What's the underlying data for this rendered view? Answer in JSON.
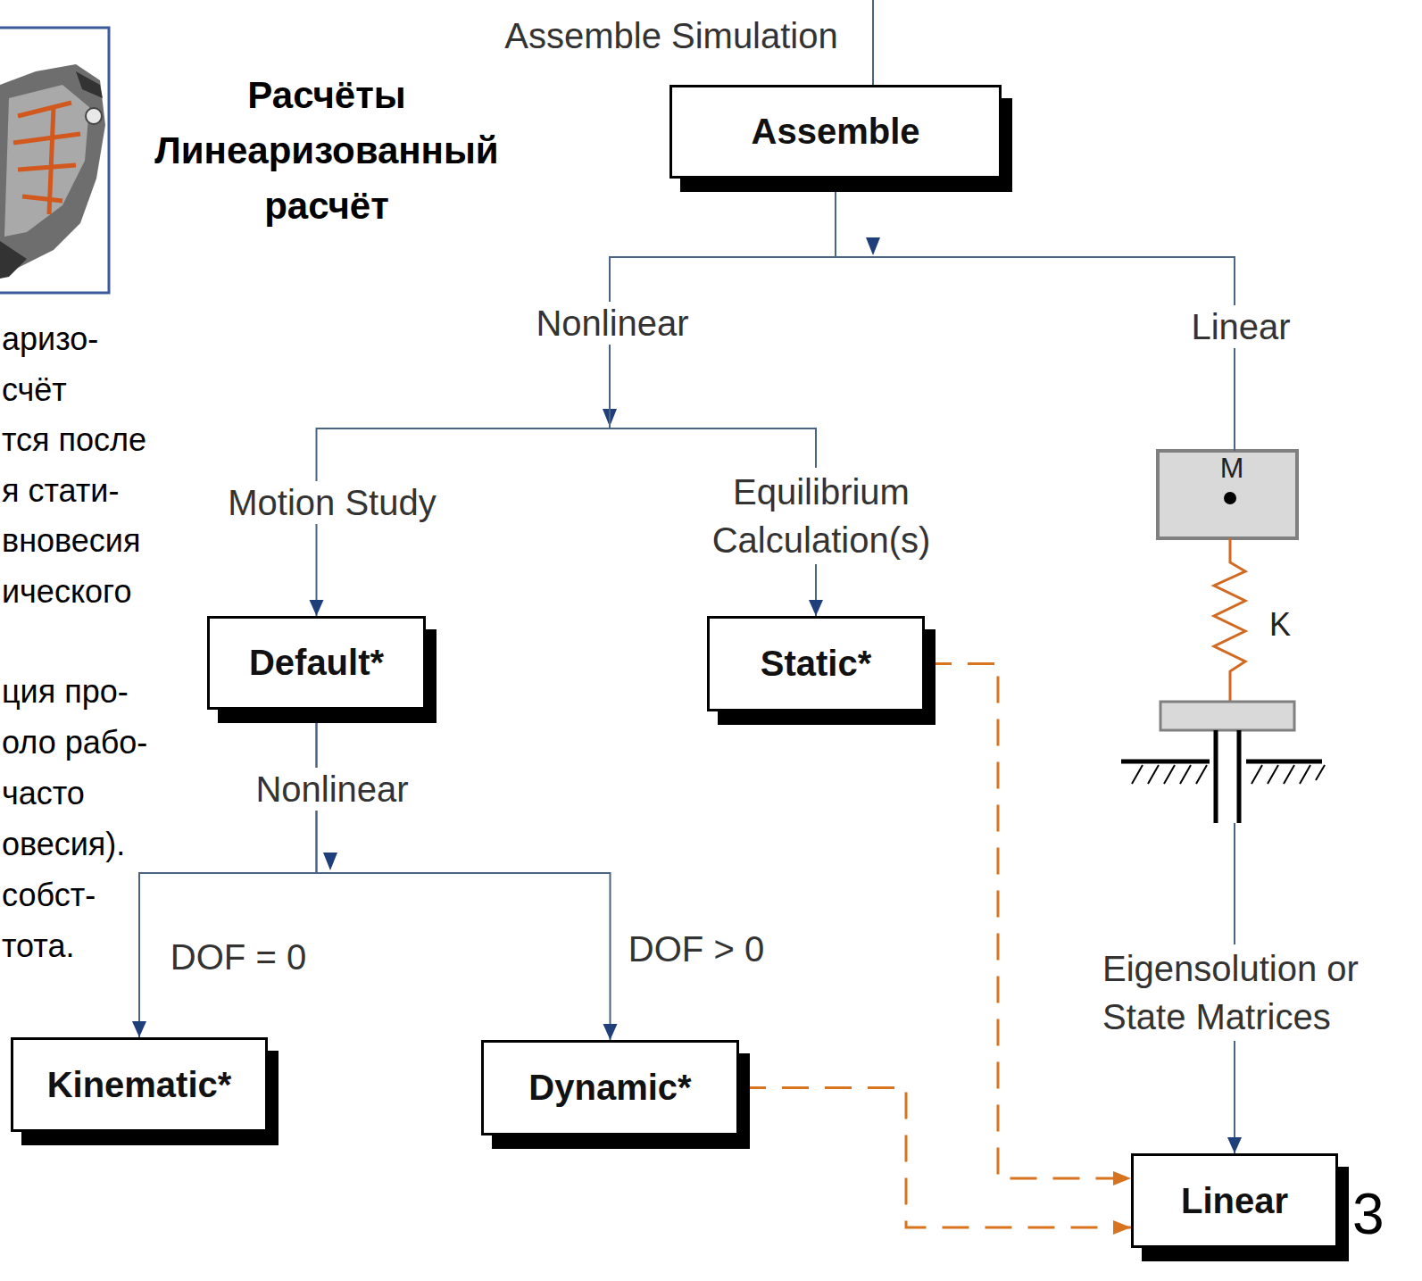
{
  "diagram": {
    "title": "Расчёты Линеаризованный расчёт",
    "nodes": [
      {
        "text": [
          "Assemble"
        ]
      },
      {
        "text": [
          "Default*"
        ]
      },
      {
        "text": [
          "Static*"
        ]
      },
      {
        "text": [
          "Kinematic*"
        ]
      },
      {
        "text": [
          "Dynamic*"
        ]
      },
      {
        "text": [
          "Linear"
        ]
      }
    ],
    "edges": [
      {
        "from": 0,
        "to": 1,
        "label": "Motion Study",
        "arrow": "to"
      },
      {
        "from": 0,
        "to": 2,
        "label": "Equilibrium Calculation(s)",
        "arrow": "to"
      },
      {
        "from": 0,
        "to": 5,
        "label": "Eigensolution or State Matrices",
        "arrow": "to"
      },
      {
        "from": 1,
        "to": 3,
        "label": "DOF = 0",
        "arrow": "to"
      },
      {
        "from": 1,
        "to": 4,
        "label": "DOF > 0",
        "arrow": "to"
      },
      {
        "from": 2,
        "to": 5,
        "arrow": "to"
      },
      {
        "from": 4,
        "to": 5,
        "arrow": "to"
      }
    ],
    "labels": [
      "Assemble Simulation",
      "Nonlinear",
      "Linear",
      "M",
      "K",
      "Nonlinear",
      "аризо-",
      "счёт",
      "тся после",
      "я стати-",
      "вновесия",
      "ического",
      "ция про-",
      "оло рабо-",
      "часто",
      "овесия).",
      "собст-",
      "тота.",
      "3"
    ]
  }
}
